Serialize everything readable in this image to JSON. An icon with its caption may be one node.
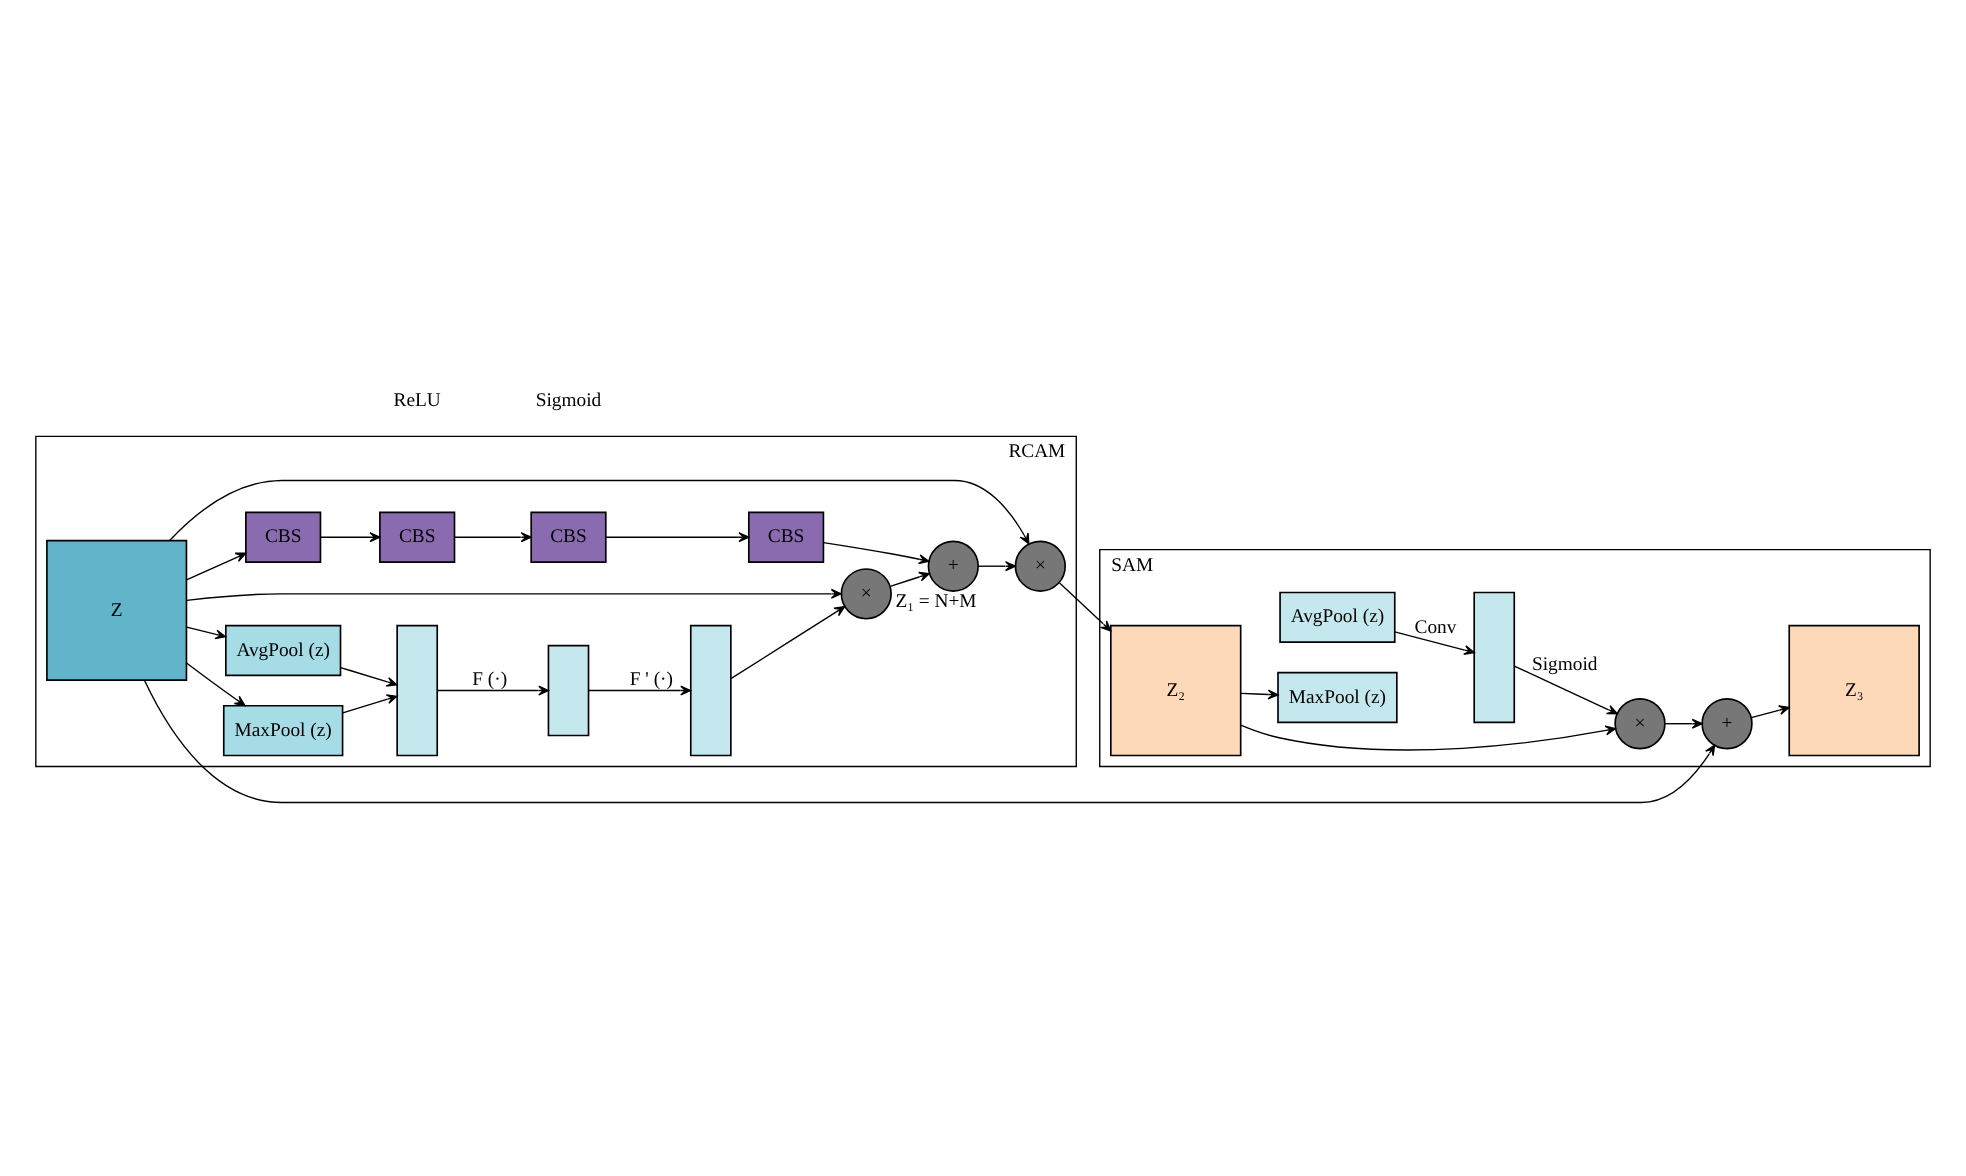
{
  "diagram": {
    "nodes": [
      {
        "text": [
          "RCAM"
        ]
      },
      {
        "text": [
          "AvgPool (z)"
        ],
        "in": 0
      },
      {
        "text": [
          "MaxPool (z)"
        ],
        "in": 0
      },
      {
        "text": [
          "Z"
        ],
        "in": 0
      },
      {
        "text": [],
        "shape": "box",
        "in": 0
      },
      {
        "text": [],
        "shape": "box",
        "in": 0
      },
      {
        "text": [],
        "shape": "box",
        "in": 0
      },
      {
        "text": [
          "×"
        ],
        "in": 0
      },
      {
        "text": [
          "+"
        ],
        "in": 0,
        "beside": [
          "Z₁ = N+M"
        ]
      },
      {
        "text": [
          "×"
        ],
        "in": 0
      },
      {
        "text": [
          "CBS"
        ],
        "in": 0
      },
      {
        "text": [
          "CBS"
        ],
        "in": 0
      },
      {
        "text": [
          "CBS"
        ],
        "in": 0
      },
      {
        "text": [
          "CBS"
        ],
        "in": 0
      },
      {
        "text": [
          "SAM"
        ]
      },
      {
        "text": [
          "Z₃"
        ],
        "in": 14
      },
      {
        "text": [
          "+"
        ],
        "in": 14
      },
      {
        "text": [
          "×"
        ],
        "in": 14
      },
      {
        "text": [],
        "shape": "box",
        "in": 14
      },
      {
        "text": [
          "AvgPool (z)"
        ],
        "in": 14
      },
      {
        "text": [
          "MaxPool (z)"
        ],
        "in": 14
      },
      {
        "text": [
          "Z₂"
        ],
        "in": 14
      }
    ],
    "edges": [
      {
        "from": 3,
        "to": 1,
        "arrow": "to"
      },
      {
        "from": 3,
        "to": 2,
        "arrow": "to"
      },
      {
        "from": 1,
        "to": 4,
        "arrow": "to"
      },
      {
        "from": 2,
        "to": 4,
        "arrow": "to"
      },
      {
        "from": 4,
        "to": 5,
        "arrow": "to",
        "label": "F (·)"
      },
      {
        "from": 5,
        "to": 6,
        "arrow": "to",
        "label": "F ' (·)"
      },
      {
        "from": 6,
        "to": 7,
        "arrow": "to"
      },
      {
        "from": 3,
        "to": 7,
        "arrow": "to"
      },
      {
        "from": 3,
        "to": 10,
        "arrow": "to"
      },
      {
        "from": 10,
        "to": 11,
        "arrow": "to"
      },
      {
        "from": 11,
        "to": 12,
        "arrow": "to"
      },
      {
        "from": 12,
        "to": 13,
        "arrow": "to"
      },
      {
        "from": 7,
        "to": 8,
        "arrow": "to"
      },
      {
        "from": 13,
        "to": 8,
        "arrow": "to"
      },
      {
        "from": 8,
        "to": 9,
        "arrow": "to"
      },
      {
        "from": 3,
        "to": 9,
        "arrow": "to"
      },
      {
        "from": 3,
        "to": 16,
        "arrow": "to"
      },
      {
        "from": 9,
        "to": 21,
        "arrow": "to"
      },
      {
        "from": 21,
        "to": 17,
        "arrow": "to"
      },
      {
        "from": 21,
        "to": 20,
        "arrow": "to"
      },
      {
        "from": 19,
        "to": 18,
        "arrow": "to",
        "label": "Conv"
      },
      {
        "from": 18,
        "to": 17,
        "arrow": "to",
        "label": "Sigmoid"
      },
      {
        "from": 17,
        "to": 16,
        "arrow": "to"
      },
      {
        "from": 16,
        "to": 15,
        "arrow": "to"
      }
    ],
    "labels": [
      "ReLU",
      "Sigmoid"
    ]
  }
}
